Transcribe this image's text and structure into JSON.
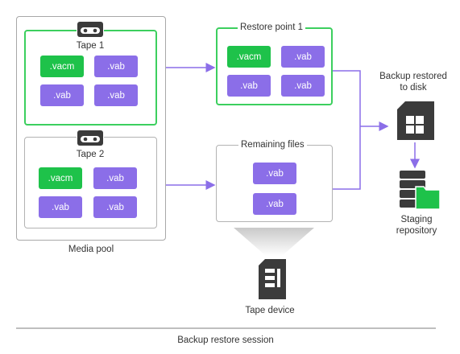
{
  "media_pool": {
    "label": "Media pool",
    "tapes": [
      {
        "label": "Tape 1",
        "files": [
          ".vacm",
          ".vab",
          ".vab",
          ".vab"
        ]
      },
      {
        "label": "Tape 2",
        "files": [
          ".vacm",
          ".vab",
          ".vab",
          ".vab"
        ]
      }
    ]
  },
  "restore_point": {
    "label": "Restore point 1",
    "files": [
      ".vacm",
      ".vab",
      ".vab",
      ".vab"
    ]
  },
  "remaining": {
    "label": "Remaining files",
    "files": [
      ".vab",
      ".vab"
    ]
  },
  "backup_restored": {
    "label_line1": "Backup restored",
    "label_line2": "to disk"
  },
  "staging": {
    "label_line1": "Staging",
    "label_line2": "repository"
  },
  "tape_device": {
    "label": "Tape device"
  },
  "session": {
    "label": "Backup restore session"
  },
  "colors": {
    "accent_green": "#1ec24a",
    "accent_purple": "#8b6ee8",
    "arrow": "#8b6ee8"
  }
}
